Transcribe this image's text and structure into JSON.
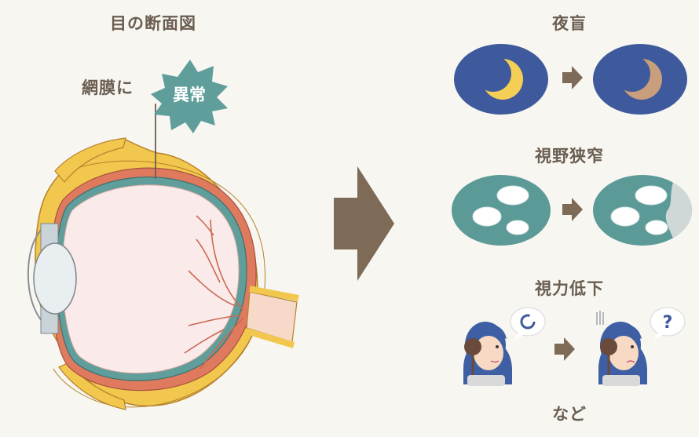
{
  "diagram": {
    "title": "目の断面図",
    "retina_label": "網膜に",
    "burst_label": "異常",
    "symptoms": [
      {
        "label": "夜盲"
      },
      {
        "label": "視野狭窄"
      },
      {
        "label": "視力低下"
      }
    ],
    "etc_label": "など",
    "question_mark": "?"
  },
  "colors": {
    "background": "#f8f6f1",
    "sclera_yellow": "#f0c64a",
    "choroid_red": "#e07a5f",
    "retina_teal": "#5f9e9a",
    "eye_interior": "#fbeaea",
    "arrow_brown": "#7d6a57",
    "night_sky": "#3f5a9c",
    "moon_bright": "#f5cf55",
    "moon_dim": "#c99e7c",
    "field_teal": "#5c9a98",
    "burst_teal": "#5f9e9a"
  }
}
